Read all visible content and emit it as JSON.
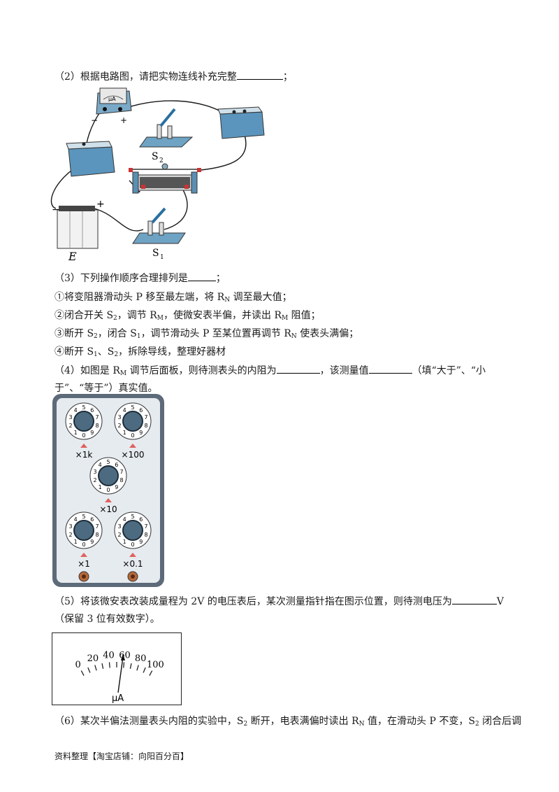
{
  "q2": {
    "prefix": "（2）根据电路图，请把实物连线补充完整",
    "suffix": "；"
  },
  "circuit": {
    "meter_unit": "μA",
    "meter_minus": "−",
    "meter_plus": "+",
    "s2_label": "S",
    "s2_sub": "2",
    "s1_label": "S",
    "s1_sub": "1",
    "battery_label": "E",
    "battery_minus": "−",
    "battery_plus": "+"
  },
  "q3": {
    "prefix": "（3）下列操作顺序合理排列是",
    "suffix": "；",
    "steps": [
      {
        "a": "①将变阻器滑动头 P 移至最左端，将 R",
        "sub": "N",
        "b": " 调至最大值；"
      },
      {
        "a": "②闭合开关 S",
        "sub": "2",
        "b": "，调节 R",
        "sub2": "M",
        "c": "，使微安表半偏，并读出 R",
        "sub3": "M",
        "d": " 阻值；"
      },
      {
        "a": "③断开 S",
        "sub": "2",
        "b": "，闭合 S",
        "sub2": "1",
        "c": "，调节滑动头 P 至某位置再调节 R",
        "sub3": "N",
        "d": " 使表头满偏；"
      },
      {
        "a": "④断开 S",
        "sub": "1",
        "b": "、S",
        "sub2": "2",
        "c": "，拆除导线，整理好器材",
        "sub3": "",
        "d": ""
      }
    ]
  },
  "q4": {
    "line1_a": "（4）如图是 R",
    "line1_sub": "M",
    "line1_b": " 调节后面板，则待测表头的内阻为",
    "line1_c": "，该测量值",
    "line1_d": "（填“大于”、“小",
    "line2": "于”、“等于”）真实值。"
  },
  "box": {
    "dial_multipliers": [
      "×1k",
      "×100",
      "×10",
      "×1",
      "×0.1"
    ],
    "digits": [
      "0",
      "1",
      "2",
      "3",
      "4",
      "5",
      "6",
      "7",
      "8",
      "9"
    ]
  },
  "q5": {
    "line1_a": "（5）将该微安表改装成量程为 2V 的电压表后，某次测量指针指在图示位置，则待测电压为",
    "line1_b": "V",
    "line2": "（保留 3 位有效数字）。"
  },
  "meter": {
    "ticks": [
      "0",
      "20",
      "40",
      "60",
      "80",
      "100"
    ],
    "unit": "μA"
  },
  "q6": {
    "a": "（6）某次半偏法测量表头内阻的实验中，S",
    "sub1": "2",
    "b": " 断开，电表满偏时读出 R",
    "sub2": "N",
    "c": " 值，在滑动头 P 不变，S",
    "sub3": "2",
    "d": " 闭合后调"
  },
  "footer": "资料整理【淘宝店铺：向阳百分百】"
}
